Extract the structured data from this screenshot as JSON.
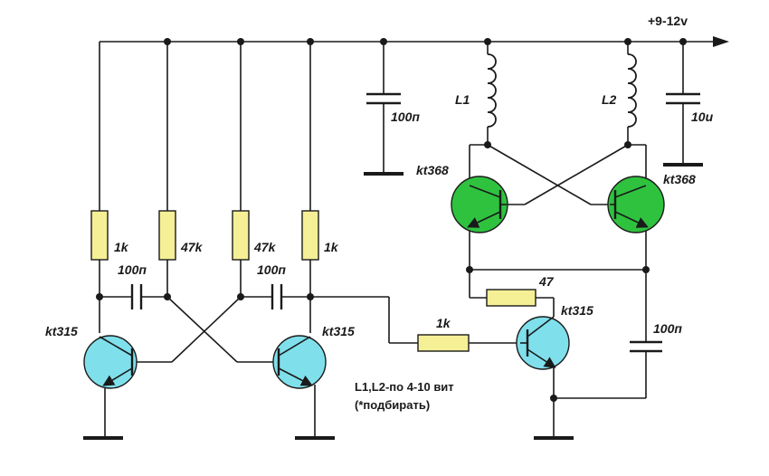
{
  "supply": {
    "label": "+9-12v"
  },
  "left": {
    "r1": "1k",
    "r2": "47k",
    "r3": "47k",
    "r4": "1k",
    "c1": "100п",
    "c2": "100п",
    "t1": "kt315",
    "t2": "kt315"
  },
  "right": {
    "l1": "L1",
    "l2": "L2",
    "c_supply1": "100п",
    "c_supply2": "10u",
    "t1": "kt368",
    "t2": "kt368",
    "r_emit": "47",
    "r_base": "1k",
    "t_drive": "kt315",
    "c_out": "100п"
  },
  "note": {
    "line1": "L1,L2-по 4-10 вит",
    "line2": "(*подбирать)"
  }
}
